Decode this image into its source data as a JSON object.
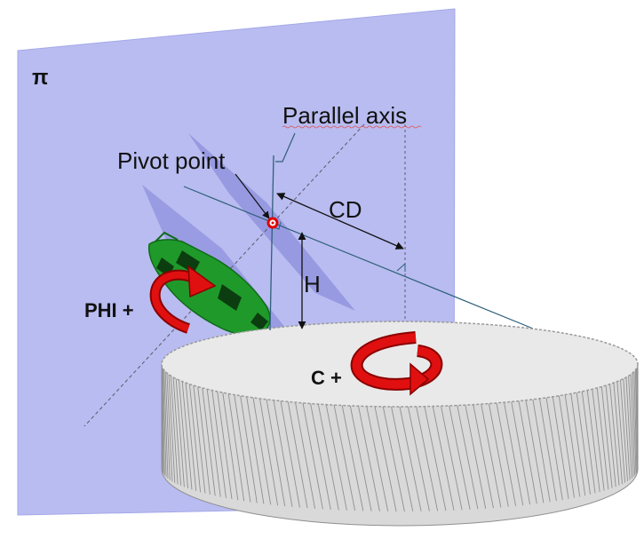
{
  "labels": {
    "plane": "π",
    "parallel_axis": "Parallel axis",
    "pivot_point": "Pivot point",
    "cd": "CD",
    "h": "H",
    "phi": "PHI +",
    "c": "C +"
  },
  "colors": {
    "plane": "#b9bcf0",
    "plane_edge": "#9ea2e6",
    "inner_planes": "#8c8fdc",
    "gear_face": "#e9e9e9",
    "gear_teeth": "#d6d6d6",
    "gear_tooth_line": "#8f8f8f",
    "cutter": "#1f9a2a",
    "cutter_dark": "#0f6a18",
    "arrow": "#e01010",
    "arrow_dark": "#8a0000",
    "axis_line": "#2f5f7a",
    "pivot": "#e00000"
  }
}
